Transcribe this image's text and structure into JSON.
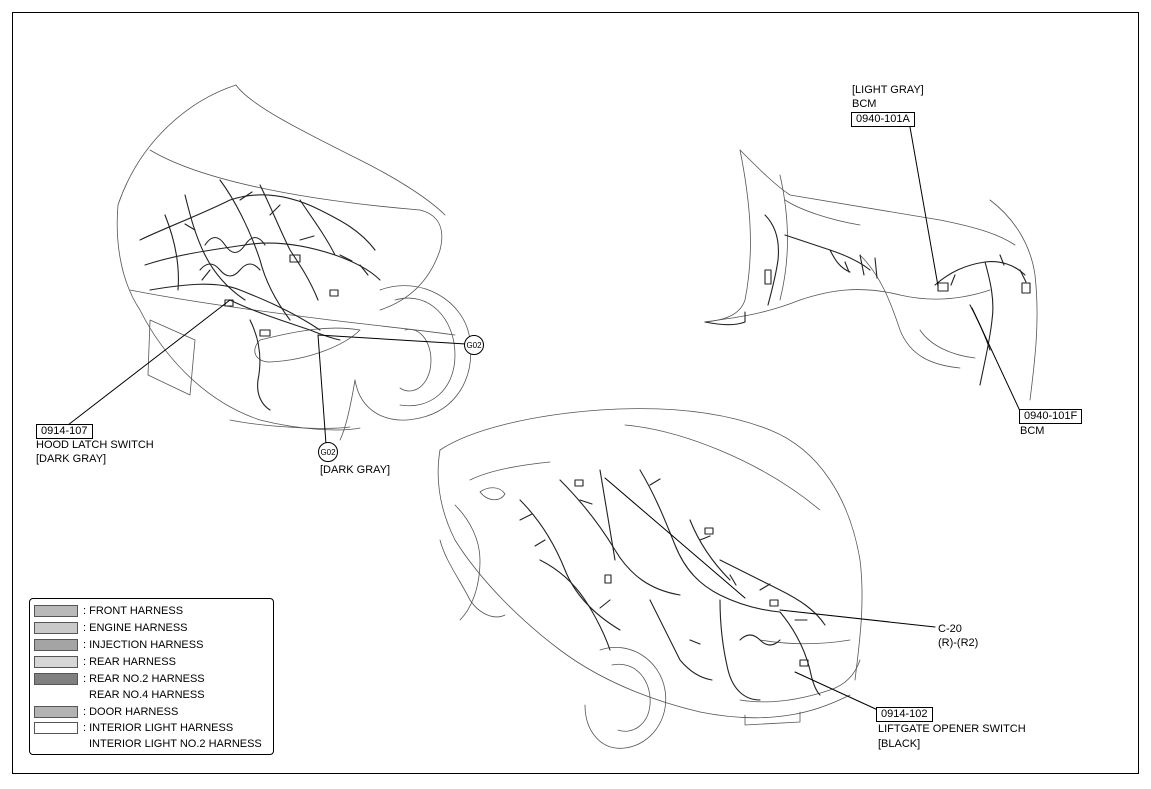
{
  "callouts": {
    "front_connector": "0914-107",
    "front_name": "HOOD LATCH SWITCH",
    "front_color": "[DARK GRAY]",
    "ground_1": "G02",
    "ground_2": "G02",
    "ground_color": "[DARK GRAY]",
    "bcm_a_color": "[LIGHT GRAY]",
    "bcm_a_name": "BCM",
    "bcm_a_connector": "0940-101A",
    "bcm_f_connector": "0940-101F",
    "bcm_f_name": "BCM",
    "c20_code": "C-20",
    "c20_pins": "(R)-(R2)",
    "liftgate_connector": "0914-102",
    "liftgate_name": "LIFTGATE OPENER SWITCH",
    "liftgate_color": "[BLACK]"
  },
  "legend": {
    "items": [
      {
        "label": ": FRONT HARNESS",
        "swatch": "#b9b9b9"
      },
      {
        "label": ": ENGINE HARNESS",
        "swatch": "#c9c9c9"
      },
      {
        "label": ": INJECTION HARNESS",
        "swatch": "#a4a4a4"
      },
      {
        "label": ": REAR HARNESS",
        "swatch": "#d6d6d6"
      },
      {
        "label": ": REAR NO.2 HARNESS",
        "swatch": "#808080"
      },
      {
        "label": ": DOOR HARNESS",
        "swatch": "#b3b3b3"
      },
      {
        "label": ": INTERIOR LIGHT HARNESS",
        "swatch": "#ffffff"
      }
    ],
    "rear_no4": "REAR NO.4 HARNESS",
    "interior_no2": "INTERIOR LIGHT NO.2 HARNESS"
  }
}
